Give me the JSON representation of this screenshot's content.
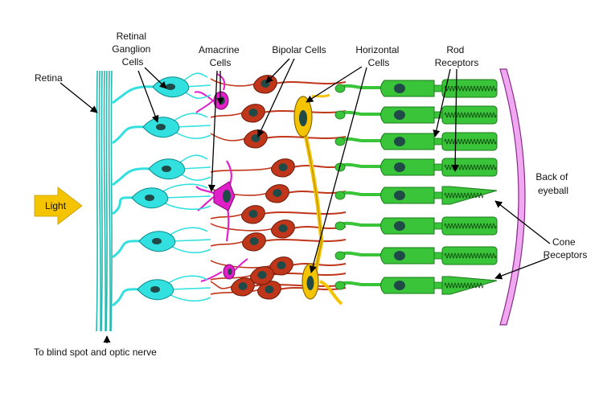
{
  "labels": {
    "retina": "Retina",
    "ganglion": [
      "Retinal",
      "Ganglion",
      "Cells"
    ],
    "amacrine": [
      "Amacrine",
      "Cells"
    ],
    "bipolar": "Bipolar Cells",
    "horizontal": [
      "Horizontal",
      "Cells"
    ],
    "rod": [
      "Rod",
      "Receptors"
    ],
    "back": [
      "Back of",
      "eyeball"
    ],
    "cone": [
      "Cone",
      "Receptors"
    ],
    "light": "Light",
    "blind": "To blind spot and optic nerve"
  },
  "colors": {
    "ganglion": "#33e0e0",
    "ganglion_stroke": "#0a8a8a",
    "nucleus": "#1f4a48",
    "amacrine": "#e020c8",
    "bipolar": "#c0361a",
    "horizontal": "#f5c400",
    "receptor": "#3ac43a",
    "receptor_stroke": "#1a7a1a",
    "eyeball": "#f0a8f0",
    "light": "#f5c400",
    "nerve": "#2ab8b0"
  },
  "icons": {
    "light_arrow": "arrow-right-icon"
  }
}
